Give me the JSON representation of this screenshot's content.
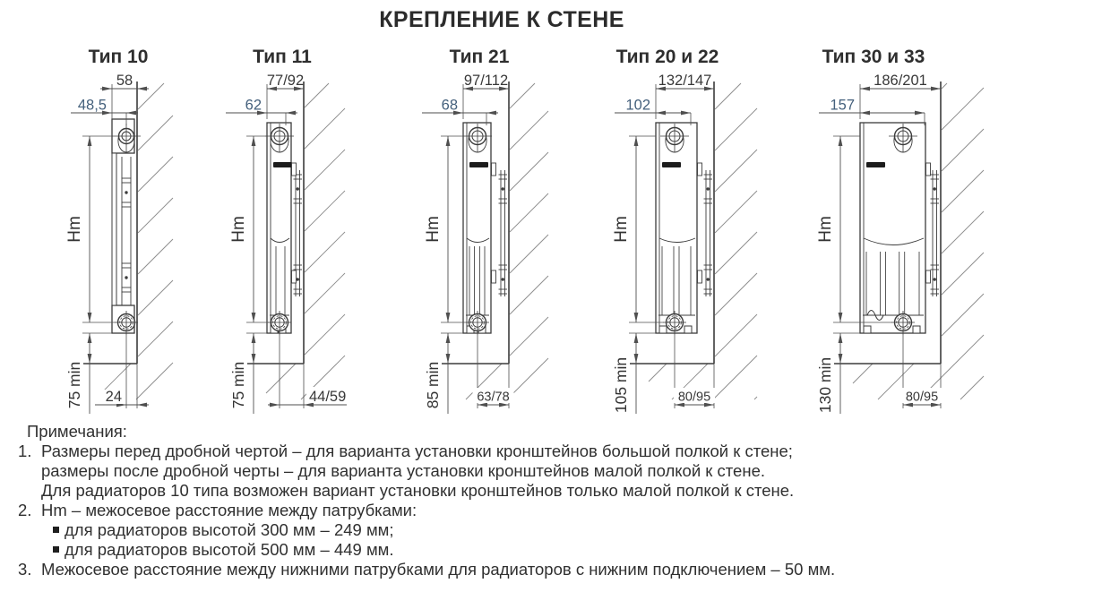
{
  "title": "КРЕПЛЕНИЕ К СТЕНЕ",
  "hm_label": "Hm",
  "colors": {
    "line": "#3c3c3c",
    "dim_line": "#4f4f4f",
    "hatch": "#8d8d8d",
    "dim_text": "#383838",
    "bracket_dim_text": "#44607c",
    "text": "#303030"
  },
  "diagrams": [
    {
      "label": "Тип 10",
      "depth_dim": "58",
      "bracket_dim": "48,5",
      "bottom_dim": "24",
      "floor_clearance": "75 min"
    },
    {
      "label": "Тип 11",
      "depth_dim": "77/92",
      "bracket_dim": "62",
      "bottom_dim": "44/59",
      "floor_clearance": "75 min"
    },
    {
      "label": "Тип 21",
      "depth_dim": "97/112",
      "bracket_dim": "68",
      "bottom_dim": "63/78",
      "floor_clearance": "85 min"
    },
    {
      "label": "Тип 20 и 22",
      "depth_dim": "132/147",
      "bracket_dim": "102",
      "bottom_dim": "80/95",
      "floor_clearance": "105 min"
    },
    {
      "label": "Тип 30 и 33",
      "depth_dim": "186/201",
      "bracket_dim": "157",
      "bottom_dim": "80/95",
      "floor_clearance": "130 min"
    }
  ],
  "notes": {
    "heading": "Примечания:",
    "items": [
      {
        "number": "1.",
        "lines": [
          "Размеры перед дробной чертой – для варианта установки кронштейнов большой полкой к стене;",
          "размеры после дробной черты – для варианта установки кронштейнов малой полкой к стене.",
          "Для радиаторов 10 типа возможен вариант установки кронштейнов только малой полкой к стене."
        ]
      },
      {
        "number": "2.",
        "lines": [
          "Hm – межосевое расстояние между патрубками:"
        ],
        "bullets": [
          "для радиаторов высотой 300 мм – 249 мм;",
          "для радиаторов высотой 500 мм – 449 мм."
        ]
      },
      {
        "number": "3.",
        "lines": [
          "Межосевое расстояние между нижними патрубками для радиаторов с нижним подключением – 50 мм."
        ]
      }
    ]
  }
}
